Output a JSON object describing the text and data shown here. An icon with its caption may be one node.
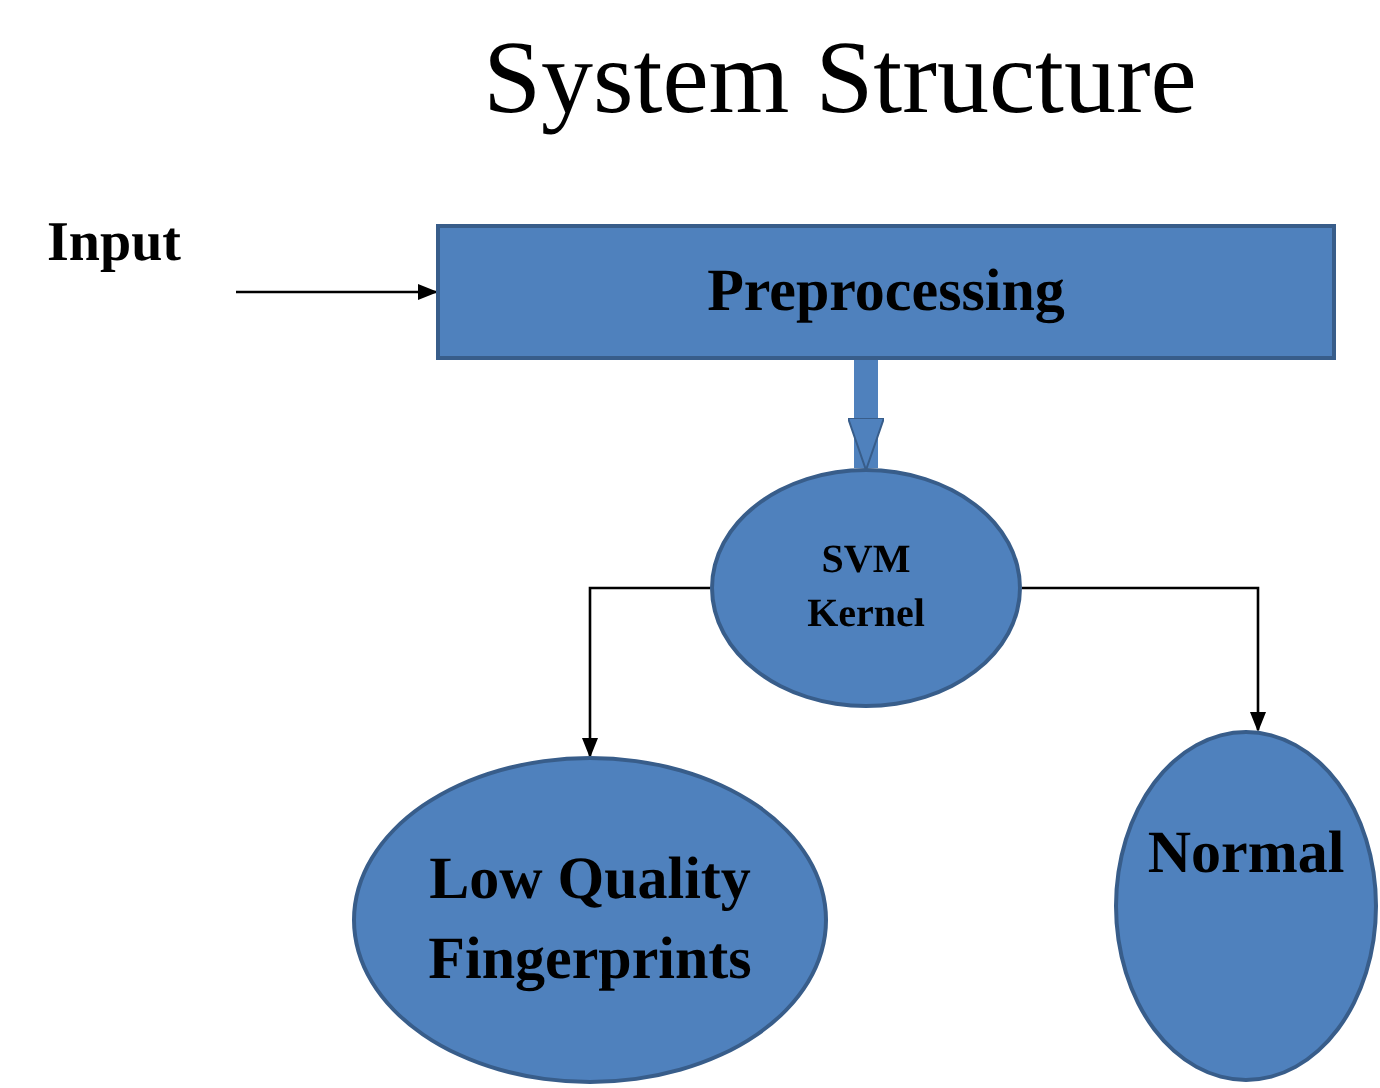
{
  "diagram": {
    "title": "System Structure",
    "nodes": [
      {
        "text": [
          "Input"
        ]
      },
      {
        "text": [
          "Preprocessing"
        ]
      },
      {
        "text": [
          "SVM Kernel"
        ]
      },
      {
        "text": [
          "Low Quality Fingerprints"
        ]
      },
      {
        "text": [
          "Normal"
        ]
      }
    ],
    "edges": [
      {
        "from": 0,
        "to": 1,
        "arrow": "to"
      },
      {
        "from": 1,
        "to": 2,
        "arrow": "to",
        "style": "thick",
        "color": "#4f81bd"
      },
      {
        "from": 2,
        "to": 3,
        "arrow": "to"
      },
      {
        "from": 2,
        "to": 4,
        "arrow": "to"
      }
    ]
  }
}
